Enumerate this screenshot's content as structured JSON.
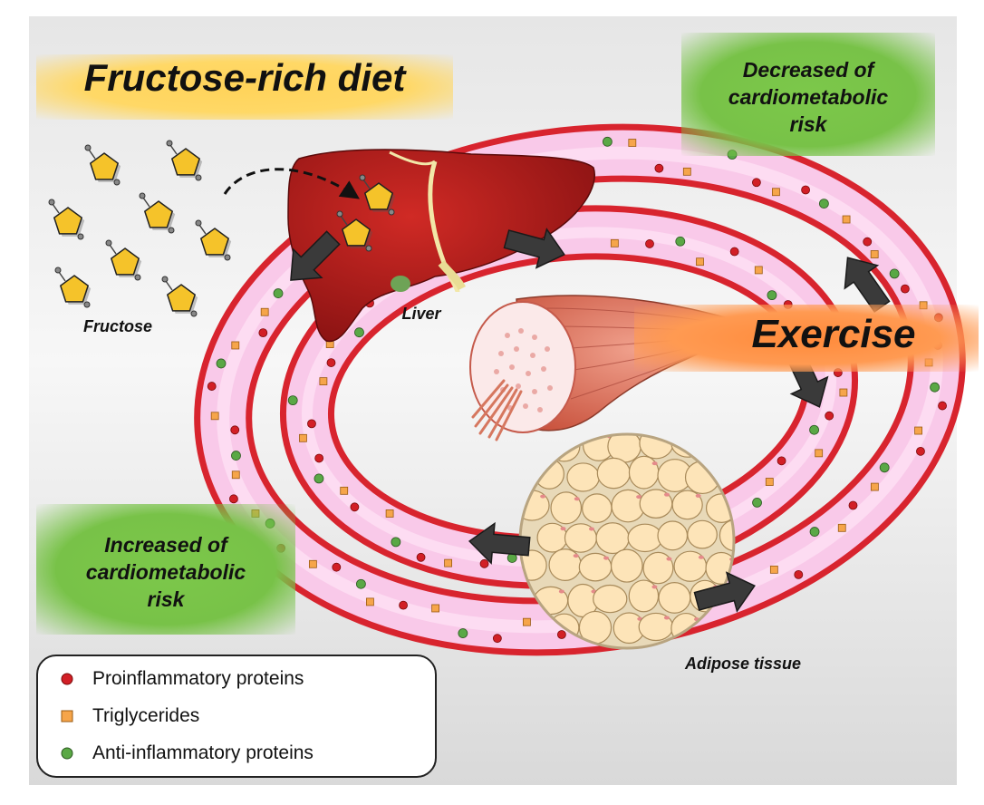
{
  "title": "Fructose-rich diet",
  "exercise": "Exercise",
  "decreased_risk": [
    "Decreased of",
    "cardiometabolic",
    "risk"
  ],
  "increased_risk": [
    "Increased of",
    "cardiometabolic",
    "risk"
  ],
  "labels": {
    "fructose": "Fructose",
    "liver": "Liver",
    "adipose": "Adipose tissue"
  },
  "legend": [
    {
      "label": "Proinflammatory proteins",
      "marker": "red-dot",
      "color": "#d21f26"
    },
    {
      "label": "Triglycerides",
      "marker": "orange-square",
      "color": "#f6a54a"
    },
    {
      "label": "Anti-inflammatory proteins",
      "marker": "green-dot",
      "color": "#5aa845"
    }
  ],
  "colors": {
    "vessel_outer": "#e83a44",
    "vessel_inner": "#f7c6e6",
    "liver": "#b81d1d",
    "muscle": "#e07b62",
    "fat_cell": "#fde4b8",
    "arrow": "#333333",
    "fructose": "#f5c32a"
  }
}
